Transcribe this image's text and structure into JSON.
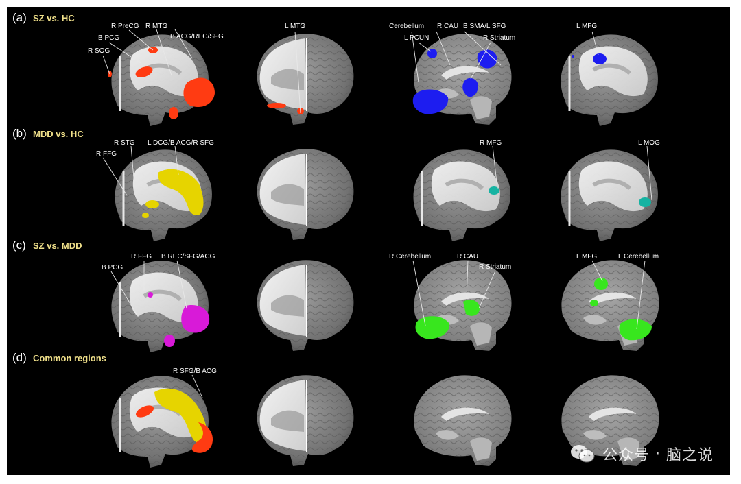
{
  "panels": [
    {
      "letter": "(a)",
      "title": "SZ vs. HC"
    },
    {
      "letter": "(b)",
      "title": "MDD vs. HC"
    },
    {
      "letter": "(c)",
      "title": "SZ vs. MDD"
    },
    {
      "letter": "(d)",
      "title": "Common regions"
    }
  ],
  "labels": {
    "a1": [
      "R PreCG",
      "R MTG",
      "B PCG",
      "B ACG/REC/SFG",
      "R SOG"
    ],
    "a2": [
      "L MTG"
    ],
    "a3": [
      "Cerebellum",
      "R CAU",
      "B SMA/L SFG",
      "L PCUN",
      "R Striatum"
    ],
    "a4": [
      "L MFG"
    ],
    "b1": [
      "R STG",
      "L DCG/B ACG/R SFG",
      "R FFG"
    ],
    "b3": [
      "R MFG"
    ],
    "b4": [
      "L MOG"
    ],
    "c1": [
      "R FFG",
      "B REC/SFG/ACG",
      "B PCG"
    ],
    "c3": [
      "R Cerebellum",
      "R CAU",
      "R Striatum"
    ],
    "c4": [
      "L MFG",
      "L Cerebellum"
    ],
    "d1": [
      "R SFG/B ACG"
    ]
  },
  "colors": {
    "sz_hc_increase": "#ff3b12",
    "sz_hc_decrease": "#1d1df0",
    "mdd_hc_yellow": "#e6d400",
    "mdd_hc_teal": "#16b3a2",
    "sz_mdd_magenta": "#d81ad8",
    "sz_mdd_green": "#38e61e",
    "common_yellow": "#e6d400",
    "common_red": "#ff3b12"
  },
  "watermark": {
    "icon": "wechat-icon",
    "text1": "公众号",
    "dot": "·",
    "text2": "脑之说"
  }
}
